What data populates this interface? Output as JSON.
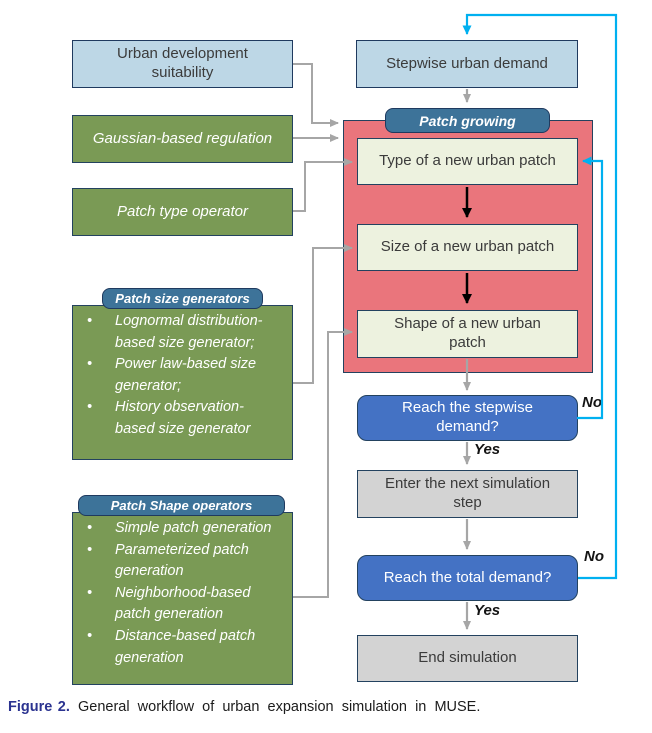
{
  "left_column": {
    "urban_suitability": "Urban development suitability",
    "gaussian_regulation": "Gaussian-based regulation",
    "patch_type_operator": "Patch type operator",
    "size_generators": {
      "title": "Patch size generators",
      "items": [
        "Lognormal distribution-based size generator;",
        "Power law-based size generator;",
        "History observation-based size generator"
      ]
    },
    "shape_operators": {
      "title": "Patch Shape operators",
      "items": [
        "Simple patch generation",
        "Parameterized patch generation",
        "Neighborhood-based patch generation",
        "Distance-based patch generation"
      ]
    }
  },
  "flow": {
    "stepwise_demand": "Stepwise urban demand",
    "patch_growing": "Patch growing",
    "type_patch": "Type of a new urban patch",
    "size_patch": "Size of a new urban patch",
    "shape_patch": "Shape of a new urban patch",
    "reach_stepwise": "Reach the stepwise demand?",
    "enter_next": "Enter the next simulation step",
    "reach_total": "Reach the total demand?",
    "end_simulation": "End simulation",
    "yes_label": "Yes",
    "no_label": "No"
  },
  "caption": {
    "label": "Figure 2.",
    "text": "General workflow of urban expansion simulation in MUSE."
  },
  "colors": {
    "light_blue_box": "#bdd7e6",
    "green_box": "#7a9a55",
    "pill_blue": "#3d7399",
    "red_panel": "#ea757c",
    "cream_box": "#edf2df",
    "decision_blue": "#4472c4",
    "gray_box": "#d3d3d3",
    "navy_border": "#23425f",
    "cyan_line": "#00b0f0",
    "gray_line": "#a6a6a6",
    "caption_blue": "#2b3390"
  }
}
